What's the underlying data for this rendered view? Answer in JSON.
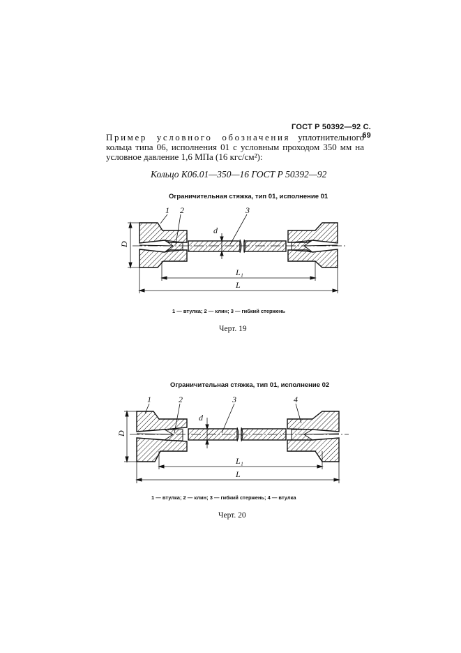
{
  "header": {
    "running_head": "ГОСТ Р 50392—92 С. 69"
  },
  "example": {
    "line1_spaced": "Пример условного обозначения",
    "line1_rest": " уплотнительного",
    "line2": "кольца типа 06, исполнения 01 с условным проходом  350 мм на",
    "line3": "условное давление 1,6 МПа (16 кгс/см²):",
    "designation": "Кольцо К06.01—350—16 ГОСТ Р 50392—92"
  },
  "figure19": {
    "title": "Ограничительная стяжка, тип 01, исполнение 01",
    "labels": {
      "n1": "1",
      "n2": "2",
      "n3": "3",
      "d": "d",
      "D": "D",
      "L1": "L₁",
      "L": "L"
    },
    "caption": "1 — втулка; 2 — клин; 3 — гибкий стержень",
    "number": "Черт. 19"
  },
  "figure20": {
    "title": "Ограничительная стяжка, тип 01, исполнение 02",
    "labels": {
      "n1": "1",
      "n2": "2",
      "n3": "3",
      "n4": "4",
      "d": "d",
      "D": "D",
      "L1": "L₁",
      "L": "L"
    },
    "caption": "1 — втулка; 2 — клин; 3 — гибкий стержень; 4 — втулка",
    "number": "Черт. 20"
  }
}
